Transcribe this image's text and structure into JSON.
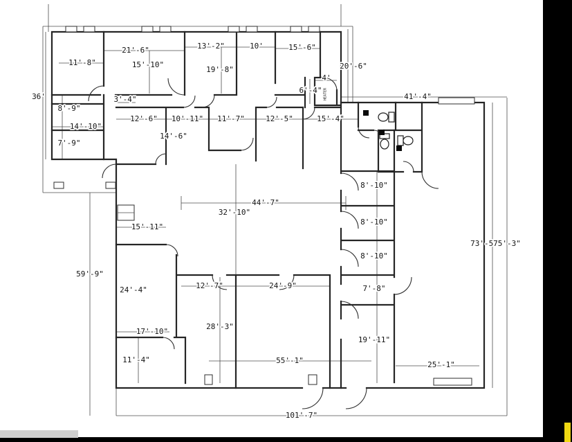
{
  "colors": {
    "wall_line": "#252525",
    "dimension_line": "#4d4d4d",
    "background": "#ffffff",
    "desktop_band": "#000000",
    "taskbar_gray": "#cfcfcf",
    "taskbar_yellow": "#f0d812"
  },
  "equipment": {
    "heater_label": "HEATER"
  },
  "dims": {
    "left_wing_height": "36'",
    "room_11_8": "11'-8\"",
    "room_21_6": "21'-6\"",
    "room_15_10": "15'-10\"",
    "room_13_2": "13'-2\"",
    "room_19_8": "19'-8\"",
    "room_10": "10'",
    "room_15_6": "15'-6\"",
    "wing_right_height": "20'-6\"",
    "heater_width": "4'",
    "heater_height": "6'-4\"",
    "top_right_width": "41'-4\"",
    "hall_3_4": "3'-4\"",
    "room_8_9": "8'-9\"",
    "room_14_10": "14'-10\"",
    "room_7_9": "7'-9\"",
    "room_12_6": "12'-6\"",
    "hall_10_11": "10'-11\"",
    "room_11_7": "11'-7\"",
    "hall_12_5": "12'-5\"",
    "hall_15_4": "15'-4\"",
    "room_14_6": "14'-6\"",
    "office_a_8_10": "8'-10\"",
    "office_b_8_10": "8'-10\"",
    "office_c_8_10": "8'-10\"",
    "span_44_7": "44'-7\"",
    "span_32_10": "32'-10\"",
    "room_15_11": "15'-11\"",
    "right_height_inner": "73'-5\"",
    "right_height_outer": "75'-3\"",
    "left_height": "59'-9\"",
    "room_24_4": "24'-4\"",
    "room_12_7": "12'-7\"",
    "room_24_9": "24'-9\"",
    "room_7_8": "7'-8\"",
    "room_28_3": "28'-3\"",
    "room_17_10": "17'-10\"",
    "hall_19_11": "19'-11\"",
    "room_11_4": "11'-4\"",
    "span_55_1": "55'-1\"",
    "span_25_1": "25'-1\"",
    "bottom_width": "101'-7\""
  }
}
